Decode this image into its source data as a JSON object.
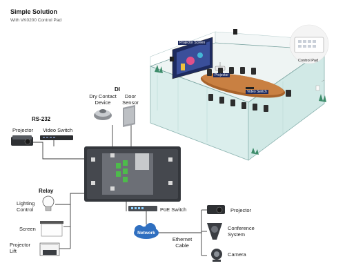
{
  "header": {
    "title": "Simple Solution",
    "subtitle": "With VK0200 Control Pad"
  },
  "room": {
    "projector_screen_label": "Projector Screen",
    "projector_label": "Projector",
    "video_switch_label": "Video Switch",
    "control_pad_label": "Control Pad"
  },
  "di": {
    "heading": "DI",
    "dry_contact": "Dry Contact\nDevice",
    "door_sensor": "Door\nSensor"
  },
  "rs232": {
    "heading": "RS-232",
    "projector": "Projector",
    "video_switch": "Video Switch"
  },
  "relay": {
    "heading": "Relay",
    "lighting_control": "Lighting\nControl",
    "screen": "Screen",
    "projector_lift": "Projector\nLift"
  },
  "network": {
    "poe_switch": "PoE Switch",
    "cloud_label": "Network",
    "ethernet_cable": "Ethernet\nCable",
    "projector": "Projector",
    "conference_system": "Conference\nSystem",
    "camera": "Camera"
  },
  "colors": {
    "accent_blue": "#2f6fc0",
    "glass": "#dcefee",
    "panel": "#3c3f45",
    "terminal_green": "#4dbb4b"
  }
}
